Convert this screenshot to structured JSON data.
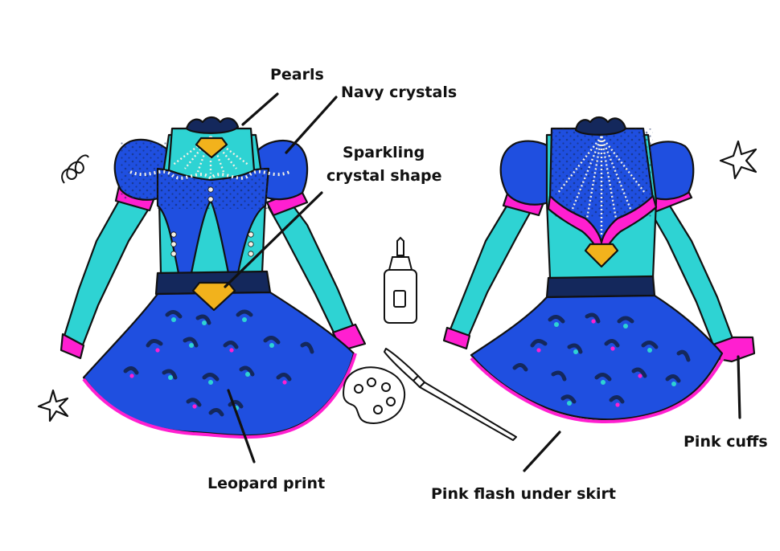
{
  "labels": {
    "pearls": "Pearls",
    "navy_crystals": "Navy crystals",
    "sparkling_line1": "Sparkling",
    "sparkling_line2": "crystal shape",
    "leopard_print": "Leopard print",
    "pink_flash": "Pink flash under skirt",
    "pink_cuffs": "Pink cuffs"
  },
  "colors": {
    "royal_blue": "#1f4fe0",
    "turquoise": "#2ed3d3",
    "navy": "#14285c",
    "pink": "#ff1fd0",
    "gold": "#f2b21c",
    "pearl": "#f4f1e6",
    "ink": "#111111"
  },
  "icons": [
    "star-doodle-left",
    "star-doodle-right",
    "swirl-doodle",
    "glue-bottle-icon",
    "paint-palette-icon",
    "paintbrush-icon"
  ]
}
